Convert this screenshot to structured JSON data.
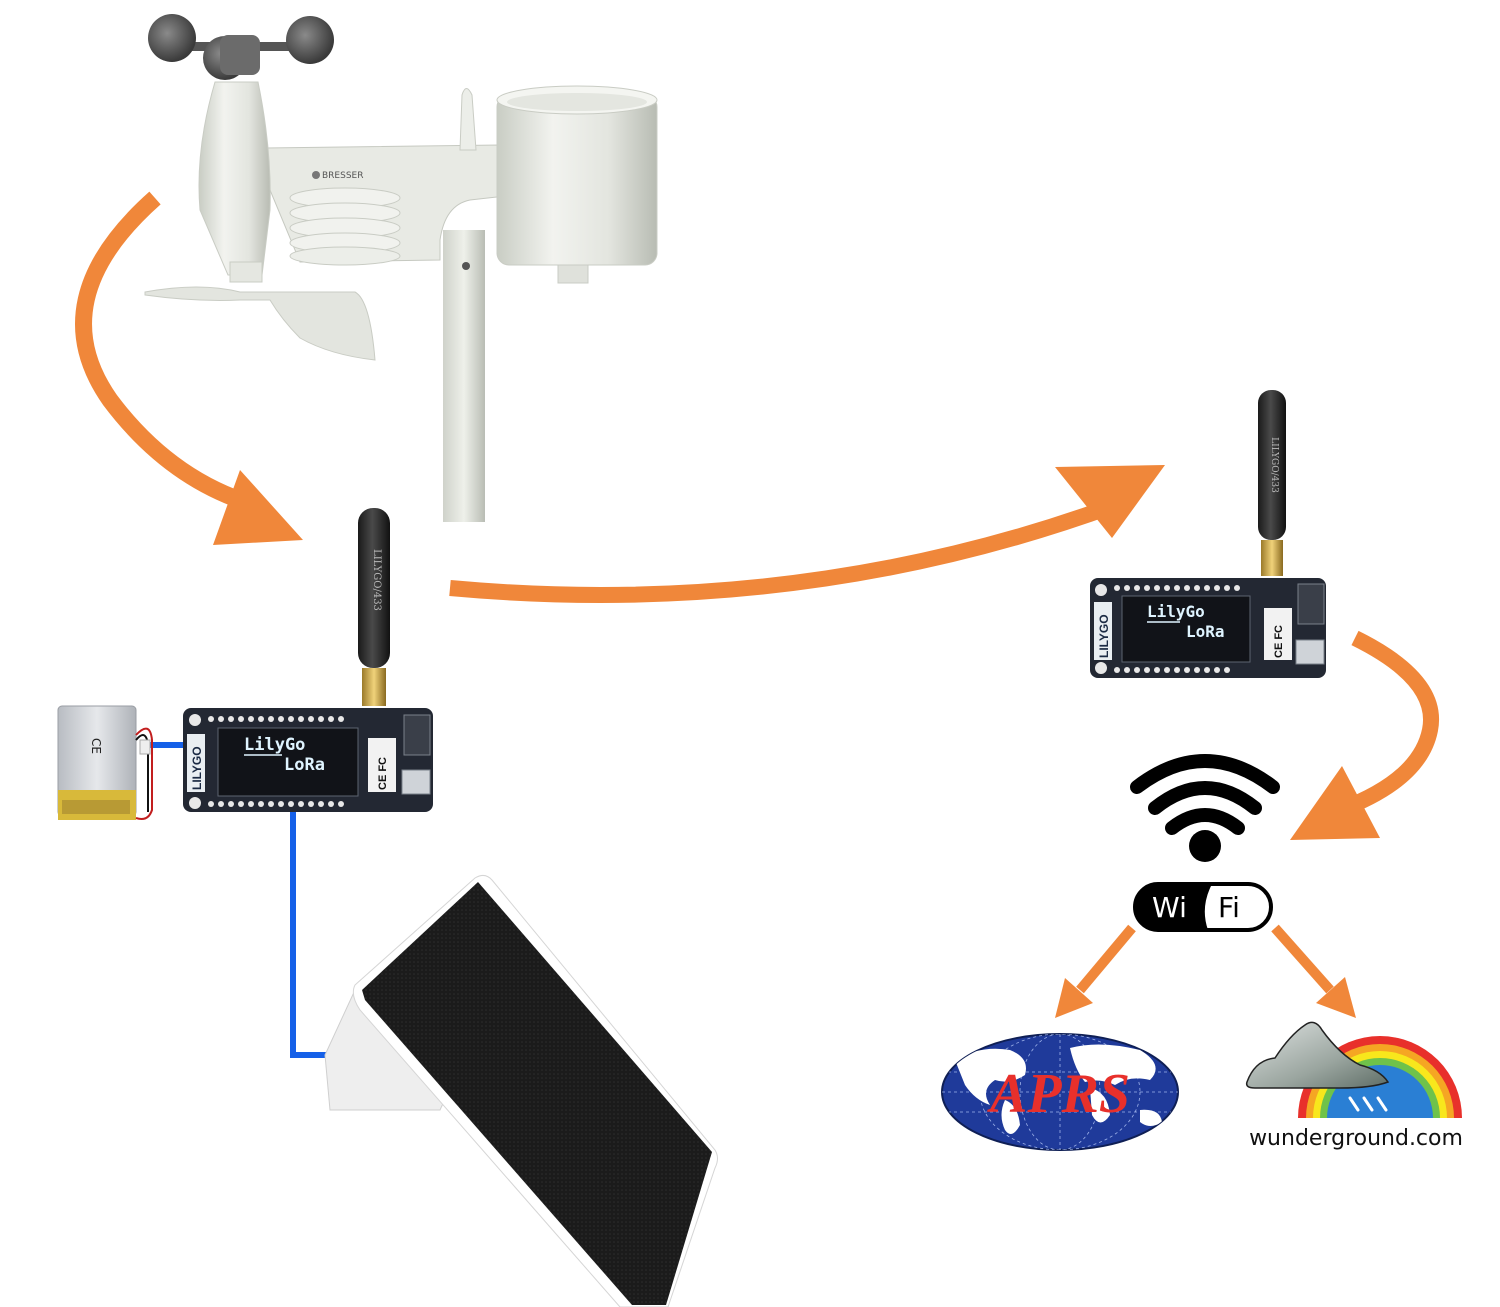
{
  "diagram": {
    "title": "Weather station to APRS / Weather Underground via LoRa",
    "colors": {
      "arrow": "#f0873a",
      "arrow_edge": "#e2702a",
      "wire": "#1560e8",
      "board": "#232833",
      "oled_text": "#dff4ff",
      "aprs_blue": "#1f3a9a",
      "aprs_red": "#e8302b"
    },
    "nodes": {
      "weather_station": {
        "label": "Weather station",
        "brand": "BRESSER"
      },
      "transmitter": {
        "label": "LoRa transmitter",
        "board_brand": "LILYGO",
        "antenna_label": "LILYGO/433",
        "screen_line1": "LilyGo",
        "screen_line2": "LoRa",
        "cert_marks": "CE FC"
      },
      "battery": {
        "label": "LiPo battery",
        "mark": "CE"
      },
      "solar_panel": {
        "label": "Solar panel"
      },
      "receiver": {
        "label": "LoRa receiver",
        "board_brand": "LILYGO",
        "antenna_label": "LILYGO/433",
        "screen_line1": "LilyGo",
        "screen_line2": "LoRa",
        "cert_marks": "CE FC"
      },
      "wifi": {
        "left": "Wi",
        "right": "Fi"
      },
      "aprs": {
        "label": "APRS"
      },
      "wunderground": {
        "label": "wunderground.com"
      }
    },
    "edges": [
      {
        "from": "weather_station",
        "to": "transmitter"
      },
      {
        "from": "transmitter",
        "to": "receiver"
      },
      {
        "from": "receiver",
        "to": "wifi"
      },
      {
        "from": "wifi",
        "to": "aprs"
      },
      {
        "from": "wifi",
        "to": "wunderground"
      },
      {
        "from": "battery",
        "to": "transmitter",
        "kind": "wire"
      },
      {
        "from": "solar_panel",
        "to": "transmitter",
        "kind": "wire"
      }
    ]
  }
}
